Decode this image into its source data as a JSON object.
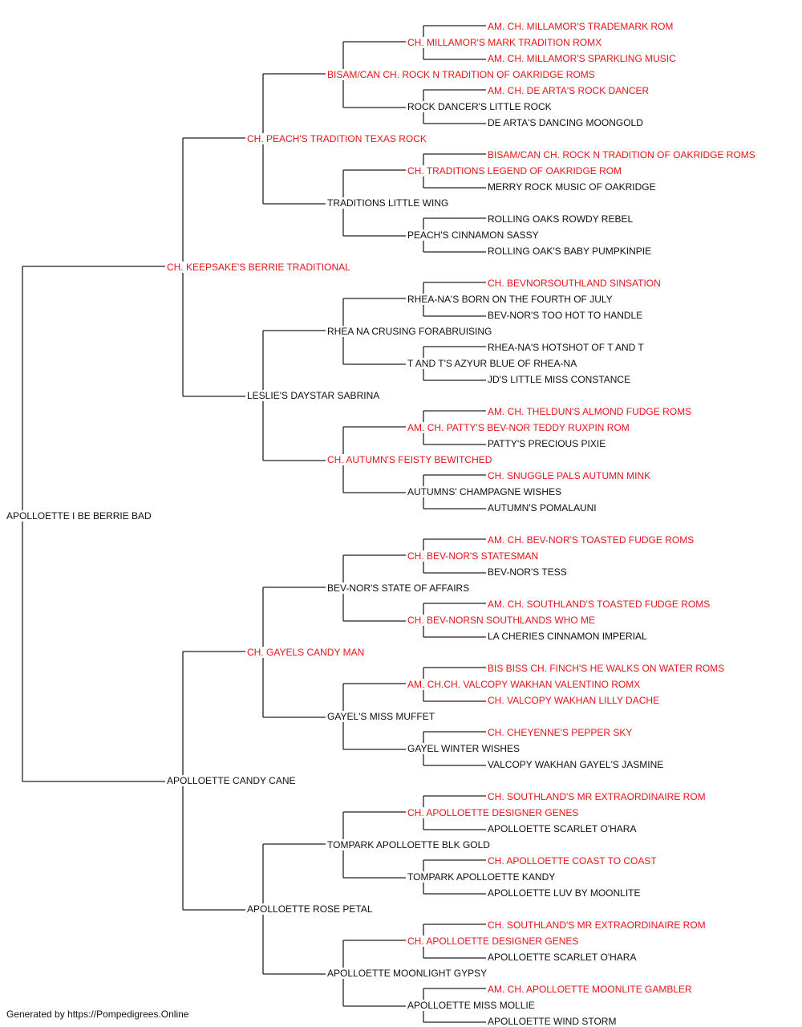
{
  "colors": {
    "champion": "#e8141b",
    "normal": "#111111",
    "line": "#222222"
  },
  "pedigree": {
    "name": "APOLLOETTE I BE BERRIE BAD",
    "ch": false,
    "sire": {
      "name": "CH. KEEPSAKE'S BERRIE TRADITIONAL",
      "ch": true,
      "sire": {
        "name": "CH. PEACH'S TRADITION TEXAS ROCK",
        "ch": true,
        "sire": {
          "name": "BISAM/CAN CH. ROCK N TRADITION OF OAKRIDGE ROMS",
          "ch": true,
          "sire": {
            "name": "CH. MILLAMOR'S MARK TRADITION ROMX",
            "ch": true,
            "sire": {
              "name": "AM. CH. MILLAMOR'S TRADEMARK ROM",
              "ch": true
            },
            "dam": {
              "name": "AM. CH. MILLAMOR'S SPARKLING MUSIC",
              "ch": true
            }
          },
          "dam": {
            "name": "ROCK DANCER'S LITTLE ROCK",
            "ch": false,
            "sire": {
              "name": "AM. CH. DE ARTA'S ROCK DANCER",
              "ch": true
            },
            "dam": {
              "name": "DE ARTA'S DANCING MOONGOLD",
              "ch": false
            }
          }
        },
        "dam": {
          "name": "TRADITIONS LITTLE WING",
          "ch": false,
          "sire": {
            "name": "CH. TRADITIONS LEGEND OF OAKRIDGE ROM",
            "ch": true,
            "sire": {
              "name": "BISAM/CAN CH. ROCK N TRADITION OF OAKRIDGE ROMS",
              "ch": true
            },
            "dam": {
              "name": "MERRY ROCK MUSIC OF OAKRIDGE",
              "ch": false
            }
          },
          "dam": {
            "name": "PEACH'S CINNAMON SASSY",
            "ch": false,
            "sire": {
              "name": "ROLLING OAKS ROWDY REBEL",
              "ch": false
            },
            "dam": {
              "name": "ROLLING OAK'S BABY PUMPKINPIE",
              "ch": false
            }
          }
        }
      },
      "dam": {
        "name": "LESLIE'S DAYSTAR SABRINA",
        "ch": false,
        "sire": {
          "name": "RHEA NA CRUSING FORABRUISING",
          "ch": false,
          "sire": {
            "name": "RHEA-NA'S BORN ON THE FOURTH OF JULY",
            "ch": false,
            "sire": {
              "name": "CH. BEVNORSOUTHLAND SINSATION",
              "ch": true
            },
            "dam": {
              "name": "BEV-NOR'S TOO HOT TO HANDLE",
              "ch": false
            }
          },
          "dam": {
            "name": "T AND T'S AZYUR BLUE OF RHEA-NA",
            "ch": false,
            "sire": {
              "name": "RHEA-NA'S HOTSHOT OF T AND T",
              "ch": false
            },
            "dam": {
              "name": "JD'S LITTLE MISS CONSTANCE",
              "ch": false
            }
          }
        },
        "dam": {
          "name": "CH. AUTUMN'S FEISTY BEWITCHED",
          "ch": true,
          "sire": {
            "name": "AM. CH. PATTY'S BEV-NOR TEDDY RUXPIN ROM",
            "ch": true,
            "sire": {
              "name": "AM. CH. THELDUN'S ALMOND FUDGE ROMS",
              "ch": true
            },
            "dam": {
              "name": "PATTY'S PRECIOUS PIXIE",
              "ch": false
            }
          },
          "dam": {
            "name": "AUTUMNS' CHAMPAGNE WISHES",
            "ch": false,
            "sire": {
              "name": "CH. SNUGGLE PALS AUTUMN MINK",
              "ch": true
            },
            "dam": {
              "name": "AUTUMN'S POMALAUNI",
              "ch": false
            }
          }
        }
      }
    },
    "dam": {
      "name": "APOLLOETTE CANDY CANE",
      "ch": false,
      "sire": {
        "name": "CH. GAYELS CANDY MAN",
        "ch": true,
        "sire": {
          "name": "BEV-NOR'S STATE OF AFFAIRS",
          "ch": false,
          "sire": {
            "name": "CH. BEV-NOR'S STATESMAN",
            "ch": true,
            "sire": {
              "name": "AM. CH. BEV-NOR'S TOASTED FUDGE ROMS",
              "ch": true
            },
            "dam": {
              "name": "BEV-NOR'S TESS",
              "ch": false
            }
          },
          "dam": {
            "name": "CH. BEV-NORSN SOUTHLANDS WHO ME",
            "ch": true,
            "sire": {
              "name": "AM. CH. SOUTHLAND'S TOASTED FUDGE ROMS",
              "ch": true
            },
            "dam": {
              "name": "LA CHERIES CINNAMON IMPERIAL",
              "ch": false
            }
          }
        },
        "dam": {
          "name": "GAYEL'S MISS MUFFET",
          "ch": false,
          "sire": {
            "name": "AM. CH.CH. VALCOPY WAKHAN VALENTINO ROMX",
            "ch": true,
            "sire": {
              "name": "BIS BISS CH. FINCH'S HE WALKS ON WATER ROMS",
              "ch": true
            },
            "dam": {
              "name": "CH. VALCOPY WAKHAN LILLY DACHE",
              "ch": true
            }
          },
          "dam": {
            "name": "GAYEL WINTER WISHES",
            "ch": false,
            "sire": {
              "name": "CH. CHEYENNE'S PEPPER SKY",
              "ch": true
            },
            "dam": {
              "name": "VALCOPY WAKHAN GAYEL'S JASMINE",
              "ch": false
            }
          }
        }
      },
      "dam": {
        "name": "APOLLOETTE ROSE PETAL",
        "ch": false,
        "sire": {
          "name": "TOMPARK APOLLOETTE BLK GOLD",
          "ch": false,
          "sire": {
            "name": "CH. APOLLOETTE DESIGNER GENES",
            "ch": true,
            "sire": {
              "name": "CH. SOUTHLAND'S MR EXTRAORDINAIRE ROM",
              "ch": true
            },
            "dam": {
              "name": "APOLLOETTE SCARLET O'HARA",
              "ch": false
            }
          },
          "dam": {
            "name": "TOMPARK APOLLOETTE KANDY",
            "ch": false,
            "sire": {
              "name": "CH. APOLLOETTE COAST TO COAST",
              "ch": true
            },
            "dam": {
              "name": "APOLLOETTE LUV BY MOONLITE",
              "ch": false
            }
          }
        },
        "dam": {
          "name": "APOLLOETTE MOONLIGHT GYPSY",
          "ch": false,
          "sire": {
            "name": "CH. APOLLOETTE DESIGNER GENES",
            "ch": true,
            "sire": {
              "name": "CH. SOUTHLAND'S MR EXTRAORDINAIRE ROM",
              "ch": true
            },
            "dam": {
              "name": "APOLLOETTE SCARLET O'HARA",
              "ch": false
            }
          },
          "dam": {
            "name": "APOLLOETTE MISS MOLLIE",
            "ch": false,
            "sire": {
              "name": "AM. CH. APOLLOETTE MOONLITE GAMBLER",
              "ch": true
            },
            "dam": {
              "name": "APOLLOETTE WIND STORM",
              "ch": false
            }
          }
        }
      }
    }
  },
  "footer": {
    "text": "Generated by https://Pompedigrees.Online"
  }
}
